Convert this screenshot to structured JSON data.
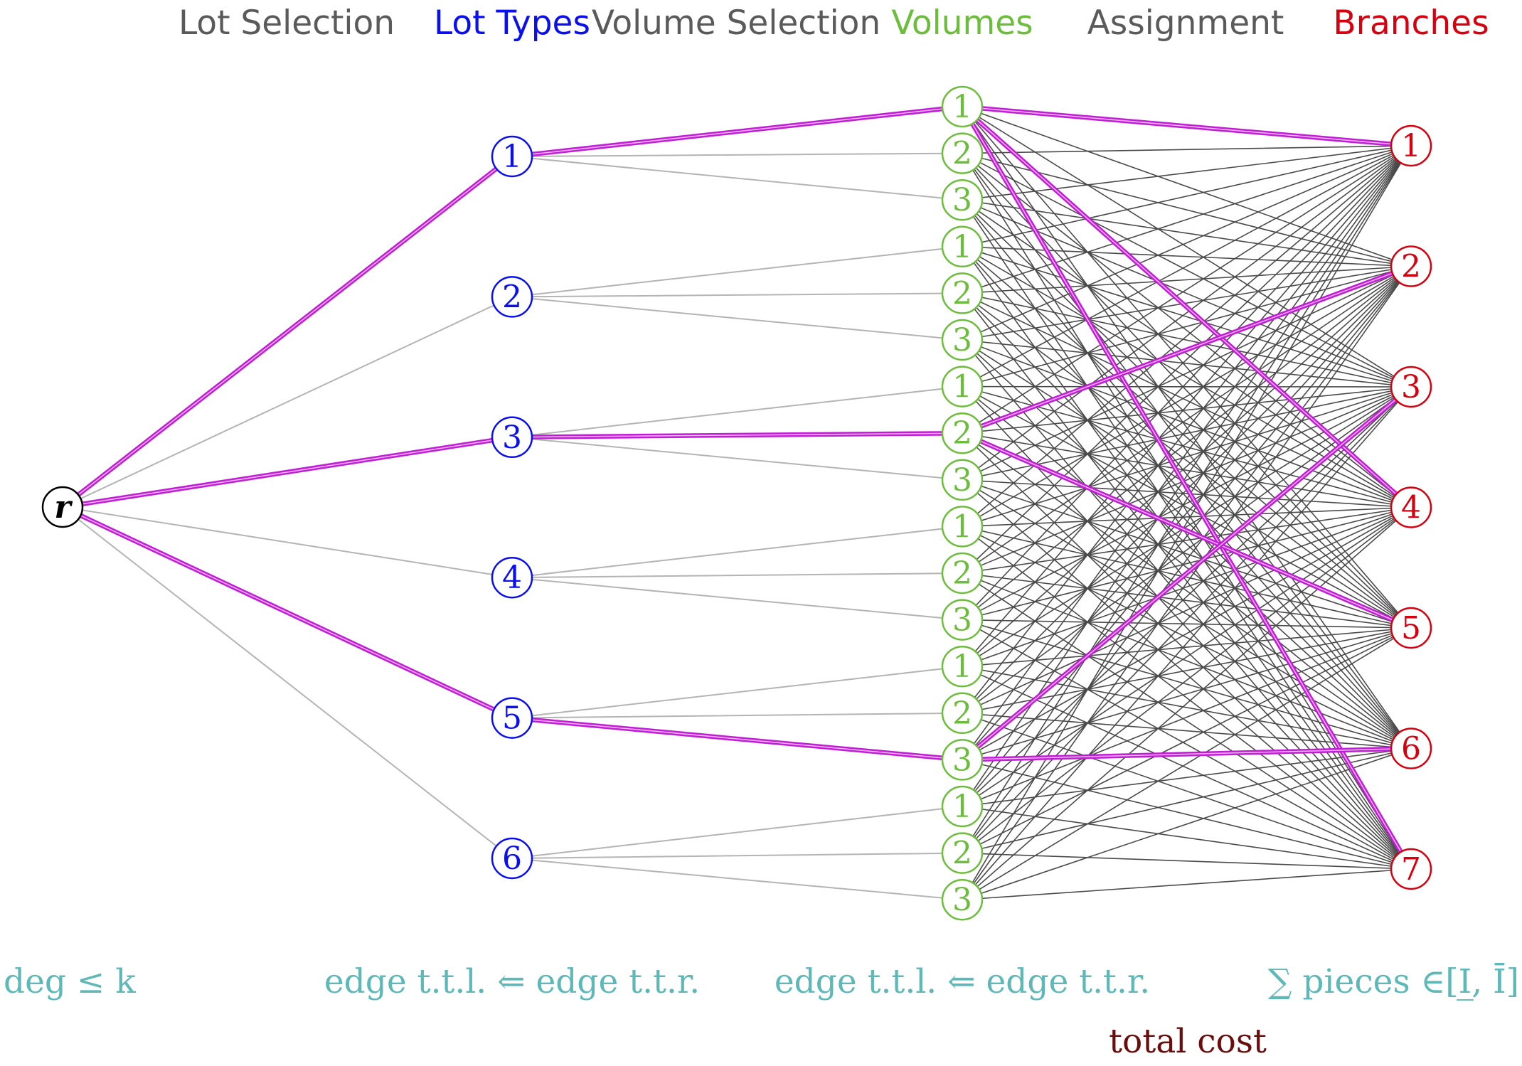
{
  "columns": {
    "lot_selection": "Lot Selection",
    "lot_types": "Lot Types",
    "volume_selection": "Volume Selection",
    "volumes": "Volumes",
    "assignment": "Assignment",
    "branches": "Branches"
  },
  "constraints": {
    "degree": "deg ≤ k",
    "edge_rule_1": "edge t.t.l. ⇐ edge t.t.r.",
    "edge_rule_2": "edge t.t.l. ⇐ edge t.t.r.",
    "pieces": "∑ pieces ∈[I̲, Ī]",
    "total_cost": "total cost"
  },
  "colors": {
    "header_gray": "#5a5a5a",
    "lot_types": "#0a0ff0",
    "volumes": "#6dbd3c",
    "branches": "#d6000f",
    "highlight": "#c21dd6",
    "constraint": "#5fb8b8",
    "total_cost": "#6b0d0d",
    "edge_gray": "#b4b4b4",
    "edge_dark": "#4a4a4a",
    "root": "#000000"
  },
  "root": {
    "label": "r"
  },
  "lot_types": [
    "1",
    "2",
    "3",
    "4",
    "5",
    "6"
  ],
  "volumes": [
    "1",
    "2",
    "3",
    "1",
    "2",
    "3",
    "1",
    "2",
    "3",
    "1",
    "2",
    "3",
    "1",
    "2",
    "3",
    "1",
    "2",
    "3"
  ],
  "branches": [
    "1",
    "2",
    "3",
    "4",
    "5",
    "6",
    "7"
  ],
  "selected": {
    "lot_types": [
      0,
      2,
      4
    ],
    "volumes": [
      0,
      7,
      14
    ],
    "assignments": [
      [
        0,
        0
      ],
      [
        0,
        3
      ],
      [
        0,
        6
      ],
      [
        7,
        1
      ],
      [
        7,
        4
      ],
      [
        14,
        2
      ],
      [
        14,
        5
      ]
    ]
  }
}
